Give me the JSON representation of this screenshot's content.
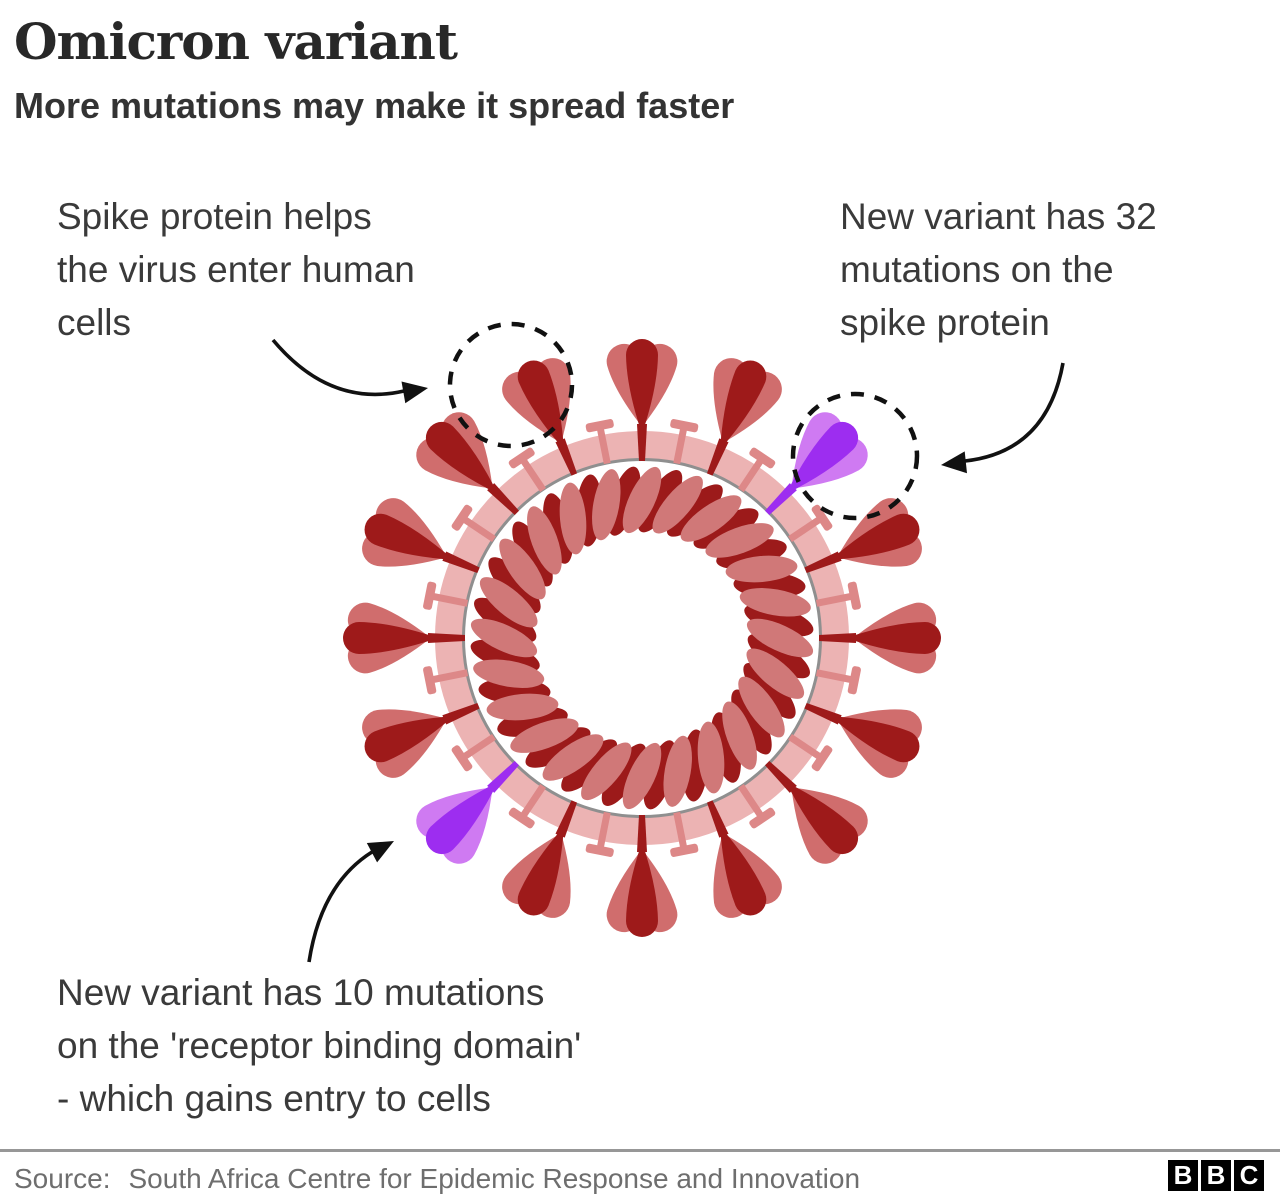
{
  "header": {
    "title": "Omicron variant",
    "subtitle": "More mutations may make it spread faster"
  },
  "annotations": {
    "spike_protein": {
      "lines": [
        "Spike protein helps",
        "the virus enter human",
        "cells"
      ]
    },
    "mutations_32": {
      "lines": [
        "New variant has 32",
        "mutations on the",
        "spike protein"
      ]
    },
    "mutations_10": {
      "lines": [
        "New variant has 10 mutations",
        "on the 'receptor binding domain'",
        "- which gains entry to cells"
      ]
    }
  },
  "footer": {
    "source_label": "Source:",
    "source_text": "South Africa Centre for Epidemic Response and Innovation",
    "logo_letters": [
      "B",
      "B",
      "C"
    ]
  },
  "colors": {
    "background": "#ffffff",
    "title_text": "#282828",
    "body_text": "#3a3a3a",
    "footer_text": "#6e6e6e",
    "divider": "#979797",
    "membrane": "#ecb3b3",
    "membrane_inner_ring": "#8f8f8f",
    "spike_dark": "#9e1a1a",
    "spike_light": "#d06d6d",
    "pin": "#dd8888",
    "coil_dark": "#9c1a1a",
    "coil_light": "#d07878",
    "mutation_bright": "#9d2df0",
    "mutation_light": "#cf7af2",
    "annotation_ink": "#111111",
    "bbc_block": "#000000",
    "bbc_letter": "#ffffff"
  }
}
